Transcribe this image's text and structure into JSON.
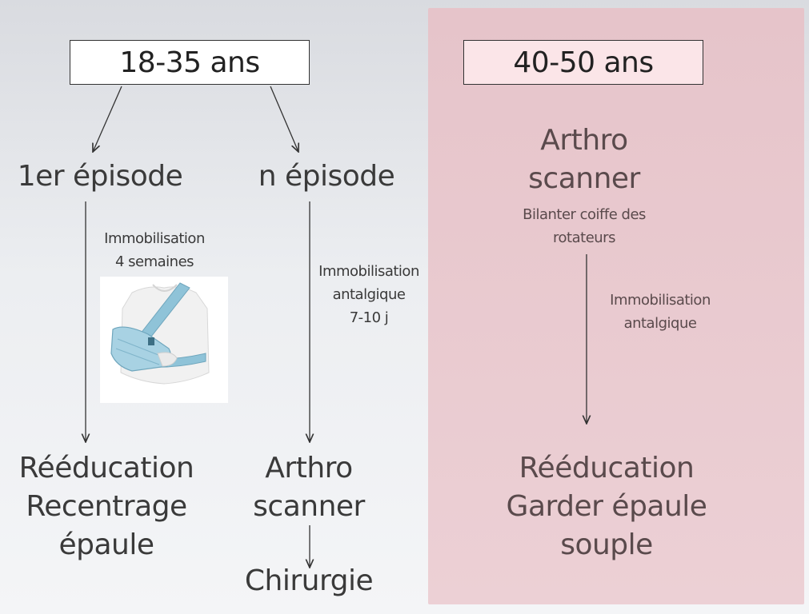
{
  "left_group": {
    "title": "18-35 ans",
    "first_episode": {
      "label": "1er épisode",
      "note_line1": "Immobilisation",
      "note_line2": "4 semaines",
      "outcome_line1": "Rééducation",
      "outcome_line2": "Recentrage",
      "outcome_line3": "épaule"
    },
    "n_episode": {
      "label": "n épisode",
      "note_line1": "Immobilisation",
      "note_line2": "antalgique",
      "note_line3": "7-10 j",
      "exam_line1": "Arthro",
      "exam_line2": "scanner",
      "final": "Chirurgie"
    }
  },
  "right_group": {
    "title": "40-50 ans",
    "exam_line1": "Arthro",
    "exam_line2": "scanner",
    "sub_line1": "Bilanter coiffe des",
    "sub_line2": "rotateurs",
    "note_line1": "Immobilisation",
    "note_line2": "antalgique",
    "outcome_line1": "Rééducation",
    "outcome_line2": "Garder épaule",
    "outcome_line3": "souple"
  },
  "colors": {
    "right_panel": "#e8c8ce",
    "right_title_box": "#fbe5e8",
    "sling_blue": "#8fc3d8"
  },
  "icons": {
    "sling_image": "shoulder-sling-immobilizer-icon"
  }
}
